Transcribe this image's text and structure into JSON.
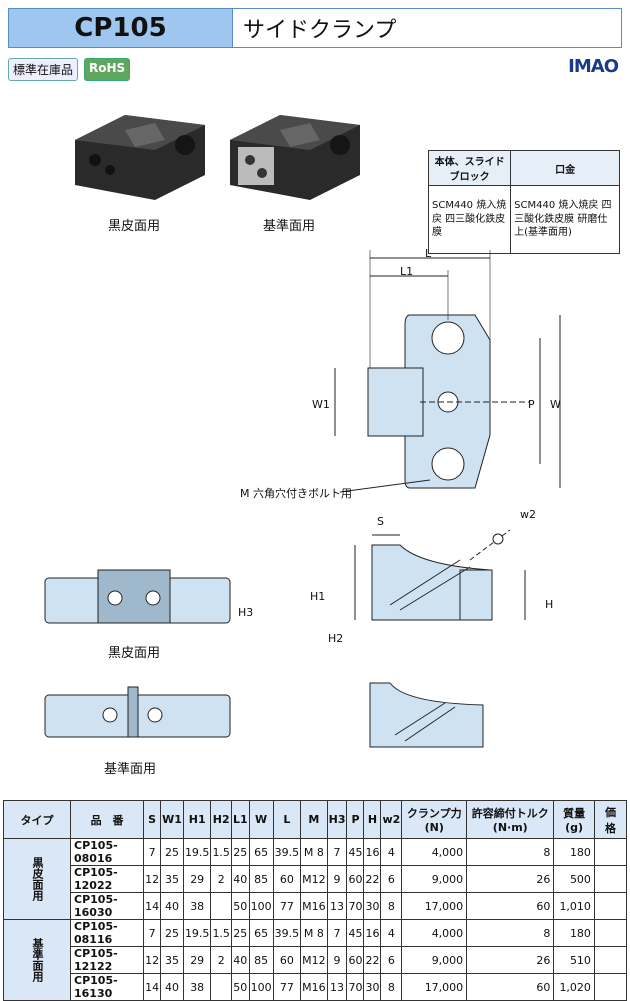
{
  "header": {
    "code": "CP105",
    "name": "サイドクランプ"
  },
  "badges": {
    "stock": "標準在庫品",
    "rohs": "RoHS"
  },
  "brand_logo": "IMAO",
  "photos": [
    {
      "caption": "黒皮面用"
    },
    {
      "caption": "基準面用"
    }
  ],
  "materials": {
    "headers": [
      "本体、スライドブロック",
      "口金"
    ],
    "body": "SCM440 焼入焼戻 四三酸化鉄皮膜",
    "jaw": "SCM440 焼入焼戻 四三酸化鉄皮膜 研磨仕上(基準面用)"
  },
  "drawing_labels": {
    "L": "L",
    "L1": "L1",
    "W1": "W1",
    "P": "P",
    "W": "W",
    "bolt_note": "M 六角穴付きボルト用",
    "S": "S",
    "w2": "w2",
    "H1": "H1",
    "H": "H",
    "H2": "H2",
    "H3": "H3",
    "front_black": "黒皮面用",
    "front_ref": "基準面用"
  },
  "table": {
    "headers": [
      "タイプ",
      "品　番",
      "S",
      "W1",
      "H1",
      "H2",
      "L1",
      "W",
      "L",
      "M",
      "H3",
      "P",
      "H",
      "w2",
      "クランプ力(N)",
      "許容締付トルク(N·m)",
      "質量(g)",
      "価　格"
    ],
    "groups": [
      {
        "type": "黒皮面用",
        "rows": [
          [
            "CP105-08016",
            "7",
            "25",
            "19.5",
            "1.5",
            "25",
            "65",
            "39.5",
            "M 8",
            "7",
            "45",
            "16",
            "4",
            "4,000",
            "8",
            "180",
            ""
          ],
          [
            "CP105-12022",
            "12",
            "35",
            "29",
            "2",
            "40",
            "85",
            "60",
            "M12",
            "9",
            "60",
            "22",
            "6",
            "9,000",
            "26",
            "500",
            ""
          ],
          [
            "CP105-16030",
            "14",
            "40",
            "38",
            "",
            "50",
            "100",
            "77",
            "M16",
            "13",
            "70",
            "30",
            "8",
            "17,000",
            "60",
            "1,010",
            ""
          ]
        ]
      },
      {
        "type": "基準面用",
        "rows": [
          [
            "CP105-08116",
            "7",
            "25",
            "19.5",
            "1.5",
            "25",
            "65",
            "39.5",
            "M 8",
            "7",
            "45",
            "16",
            "4",
            "4,000",
            "8",
            "180",
            ""
          ],
          [
            "CP105-12122",
            "12",
            "35",
            "29",
            "2",
            "40",
            "85",
            "60",
            "M12",
            "9",
            "60",
            "22",
            "6",
            "9,000",
            "26",
            "510",
            ""
          ],
          [
            "CP105-16130",
            "14",
            "40",
            "38",
            "",
            "50",
            "100",
            "77",
            "M16",
            "13",
            "70",
            "30",
            "8",
            "17,000",
            "60",
            "1,020",
            ""
          ]
        ]
      }
    ]
  }
}
